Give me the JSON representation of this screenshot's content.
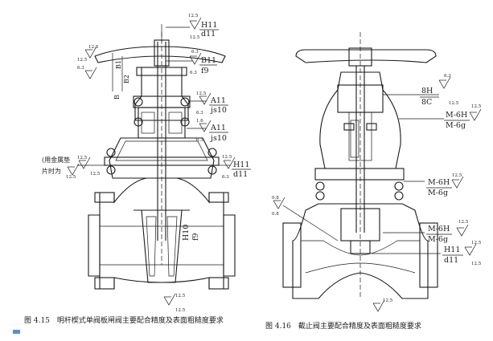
{
  "fig415": {
    "caption": "图 4.15　明杆楔式单阀板闸阀主要配合精度及表面粗糙度要求",
    "fits": {
      "h11_top": "H11",
      "d11_top": "d11",
      "b11": "B11",
      "f9_top": "f9",
      "a11_upper": "A11",
      "js10_upper": "js10",
      "a11_lower": "A11",
      "js10_lower": "js10",
      "h11_right": "H11",
      "d11_right": "d11",
      "h10": "H10",
      "f9_bottom": "f9"
    },
    "dims": {
      "b1": "B1",
      "b2": "B2",
      "b": "B"
    },
    "note_line1": "(用金属垫",
    "note_line2": "片时为",
    "roughness": [
      "12.5",
      "12.5",
      "6.3",
      "6.3",
      "12.5",
      "6.3",
      "12.5",
      "6.3",
      "1.6",
      "6.3",
      "12.5",
      "6.3",
      "12.5",
      "12.5",
      "12.5",
      "12.5",
      "12.5",
      "12.5"
    ]
  },
  "fig416": {
    "caption": "图 4.16　截止阀主要配合精度及表面粗糙度要求",
    "fits": {
      "h8": "8H",
      "c8": "8C",
      "m6h_a": "M-6H",
      "m6g_a": "M-6g",
      "m6h_b": "M-6H",
      "m6g_b": "M-6g",
      "m6h_c": "M-6H",
      "m6g_c": "M-6g",
      "h11": "H11",
      "d11": "d11"
    },
    "roughness": [
      "6.3",
      "12.5",
      "12.5",
      "12.5",
      "12.5",
      "12.5",
      "0.8",
      "0.8",
      "12.5",
      "12.5"
    ]
  }
}
